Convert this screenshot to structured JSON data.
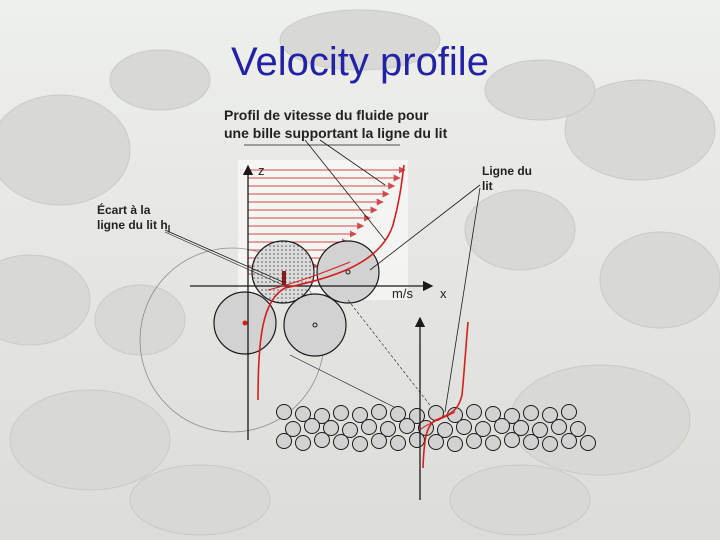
{
  "slide": {
    "title": "Velocity profile"
  },
  "diagram": {
    "caption_line1": "Profil de vitesse du fluide pour",
    "caption_line2": "une bille supportant la ligne du lit",
    "bed_line_label_line1": "Ligne du",
    "bed_line_label_line2": "lit",
    "offset_label_line1": "Écart à la",
    "offset_label_line2": "ligne du lit h",
    "offset_label_subscript": "l",
    "axis_z": "z",
    "axis_speed_unit": "m/s",
    "axis_x": "x"
  },
  "colors": {
    "title": "#2222a8",
    "profile_curve": "#d41f1f",
    "velocity_arrows": "#d24a4a",
    "grains": "#d2d2d2",
    "outline": "#1a1a1a"
  },
  "icons": {
    "background": "river-gravel-photo"
  }
}
